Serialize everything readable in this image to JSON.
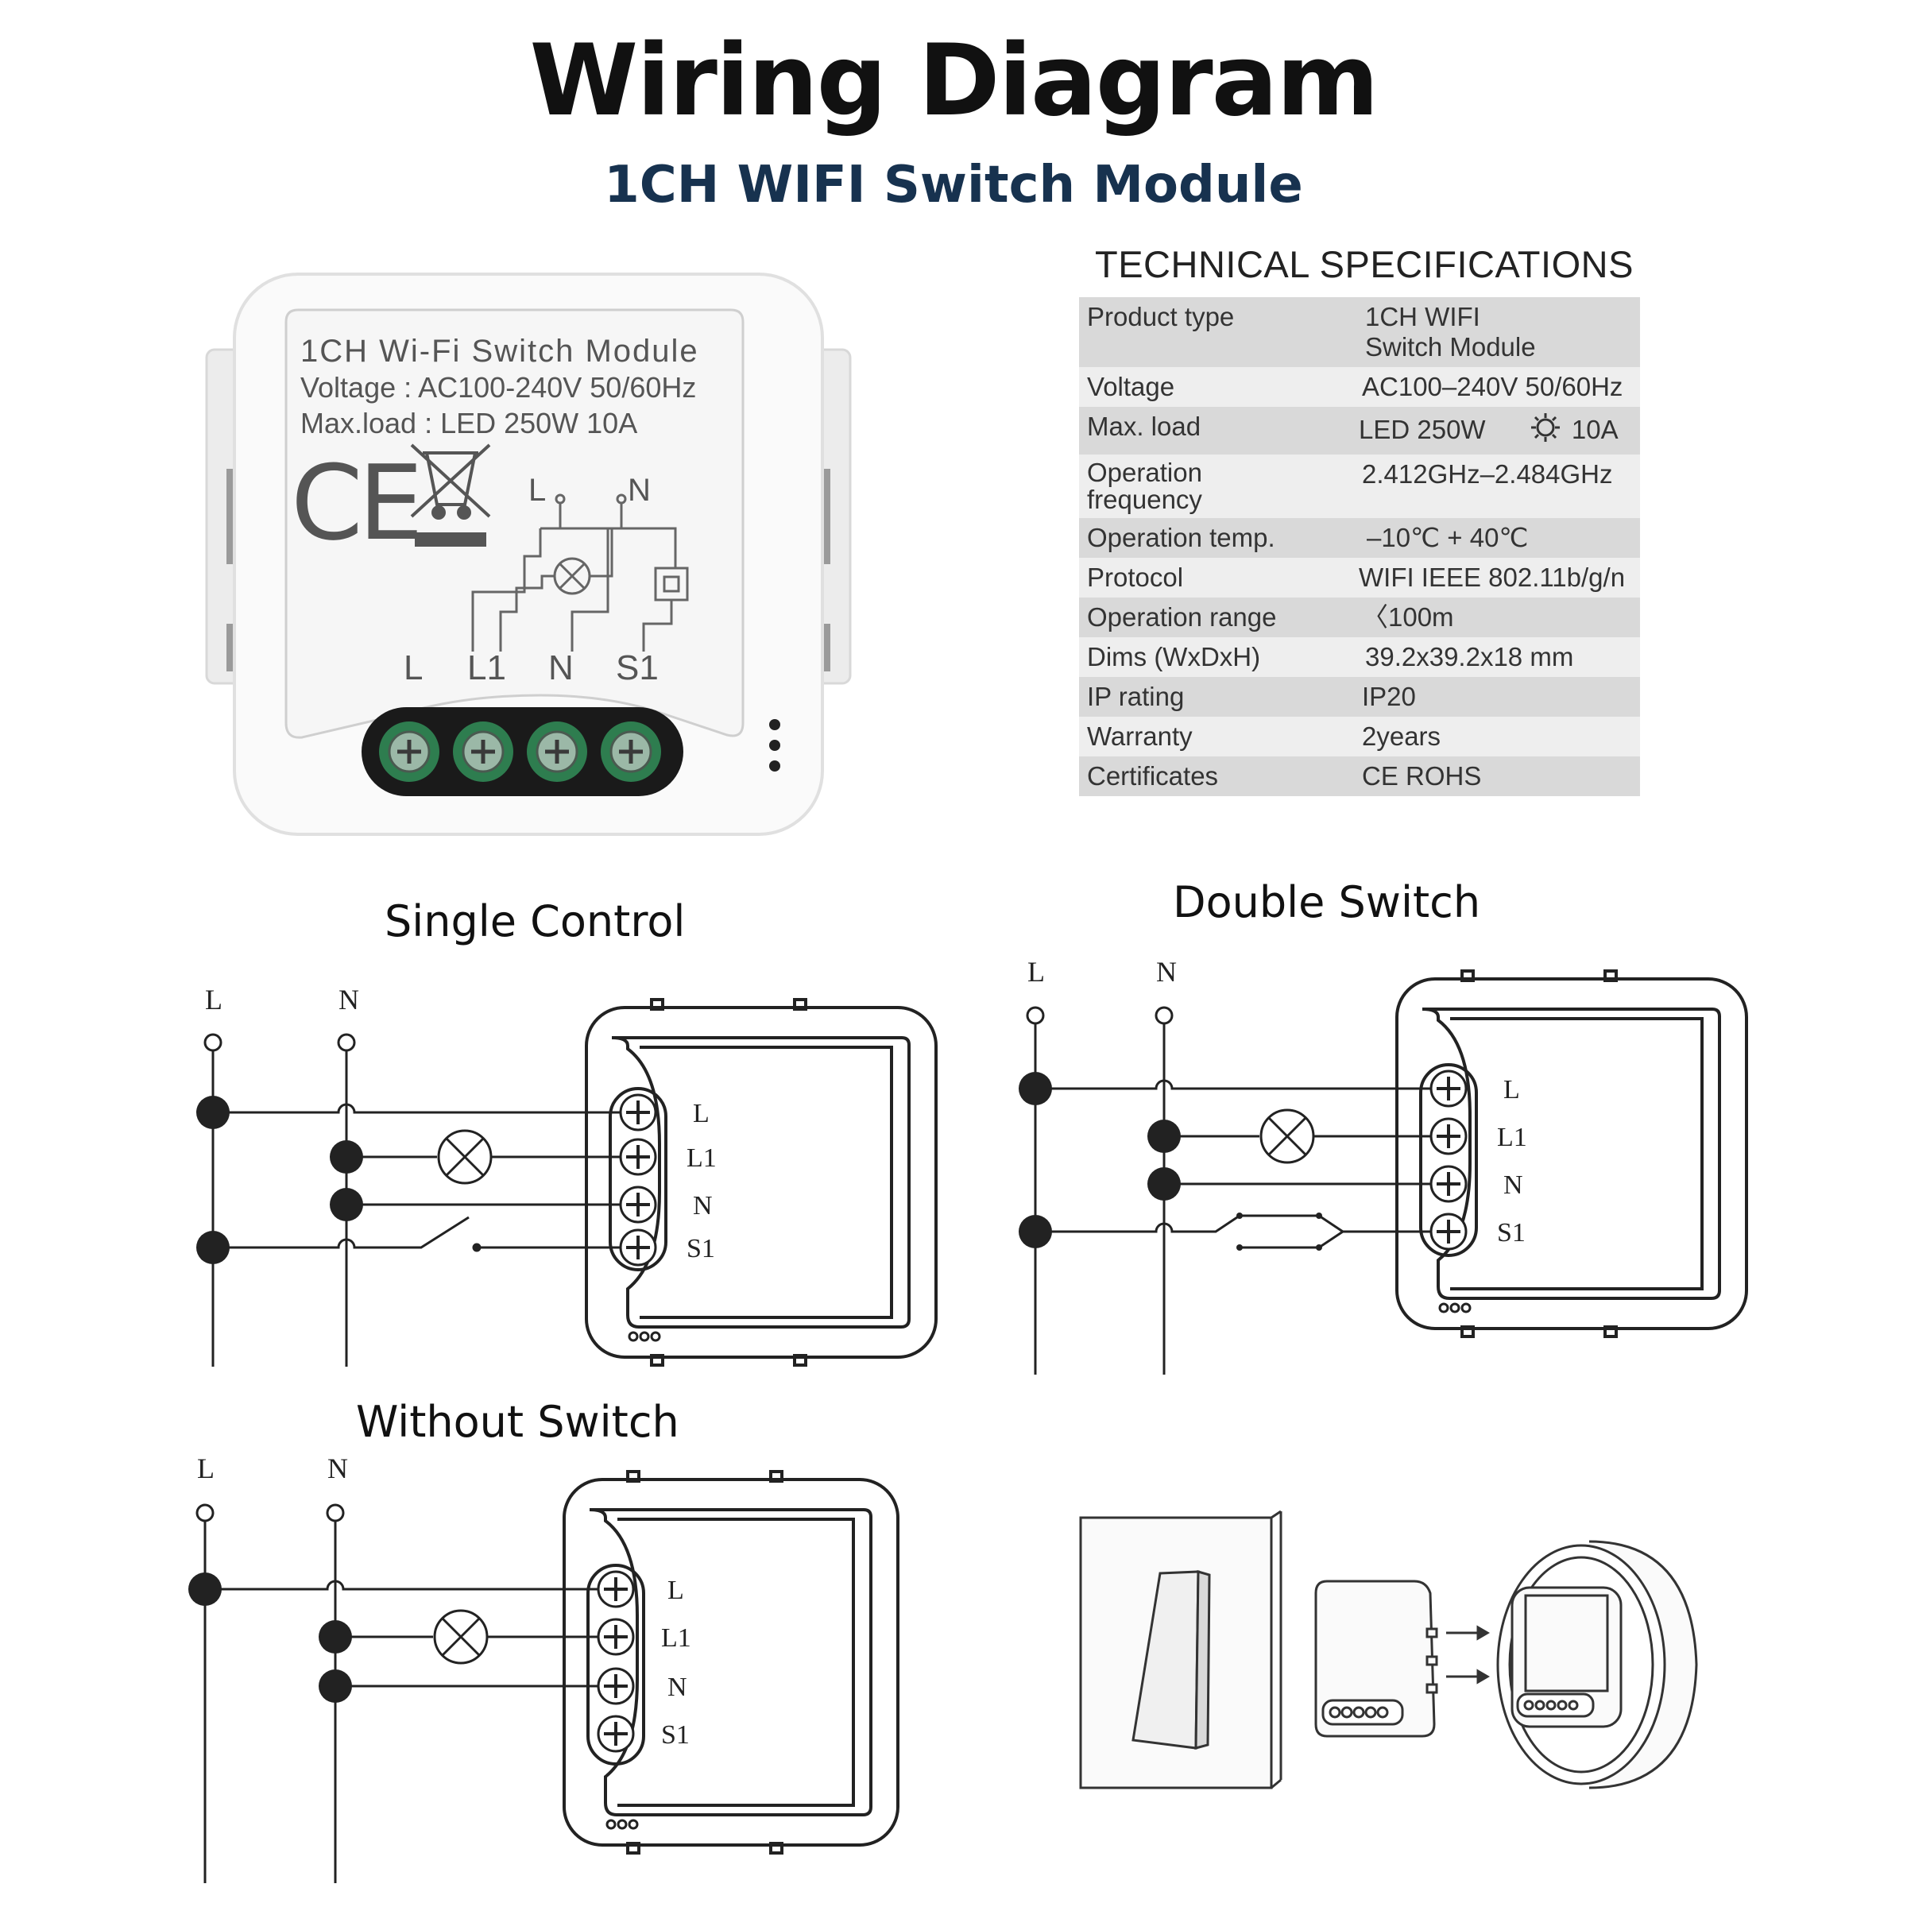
{
  "header": {
    "title": "Wiring Diagram",
    "subtitle": "1CH WIFI Switch Module"
  },
  "product": {
    "label_line1": "1CH Wi-Fi Switch Module",
    "label_line2": "Voltage : AC100-240V 50/60Hz",
    "label_line3": "Max.load : LED 250W 10A",
    "ce_mark": "CE",
    "diagram_l": "L",
    "diagram_n": "N",
    "terminals": [
      "L",
      "L1",
      "N",
      "S1"
    ]
  },
  "specs": {
    "heading": "TECHNICAL SPECIFICATIONS",
    "rows": [
      {
        "key": "Product type",
        "value": "1CH WIFI Switch Module"
      },
      {
        "key": "Voltage",
        "value": "AC100–240V 50/60Hz"
      },
      {
        "key": "Max. load",
        "value": "LED 250W",
        "value2": "10A",
        "icon": "bulb-icon"
      },
      {
        "key": "Operation frequency",
        "value": "2.412GHz–2.484GHz"
      },
      {
        "key": "Operation temp.",
        "value": "–10℃ + 40℃"
      },
      {
        "key": "Protocol",
        "value": "WIFI  IEEE 802.11b/g/n"
      },
      {
        "key": "Operation range",
        "value": "〈100m"
      },
      {
        "key": "Dims (WxDxH)",
        "value": "39.2x39.2x18 mm"
      },
      {
        "key": "IP rating",
        "value": "IP20"
      },
      {
        "key": "Warranty",
        "value": "2years"
      },
      {
        "key": "Certificates",
        "value": "CE ROHS"
      }
    ]
  },
  "single_control": {
    "title": "Single Control",
    "line_l": "L",
    "line_n": "N",
    "terminals": [
      "L",
      "L1",
      "N",
      "S1"
    ]
  },
  "double_switch": {
    "title": "Double Switch",
    "line_l": "L",
    "line_n": "N",
    "terminals": [
      "L",
      "L1",
      "N",
      "S1"
    ]
  },
  "without_switch": {
    "title": "Without Switch",
    "line_l": "L",
    "line_n": "N",
    "terminals": [
      "L",
      "L1",
      "N",
      "S1"
    ]
  },
  "colors": {
    "title": "#111111",
    "subtitle": "#17324f",
    "spec_shade": "#d9d9d9",
    "spec_plain": "#eeeeee",
    "terminal_green": "#2e7d4f"
  }
}
